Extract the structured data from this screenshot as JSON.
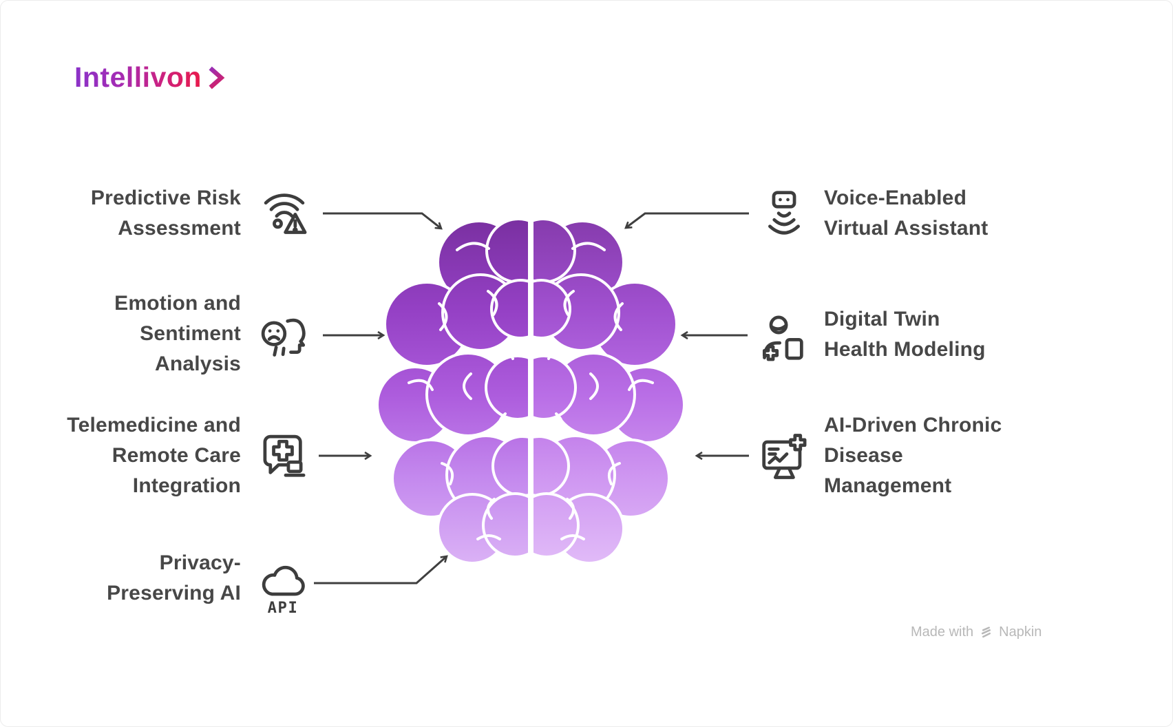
{
  "logo": {
    "name": "Intellivon"
  },
  "left_items": [
    {
      "id": "predictive-risk-assessment",
      "lines": [
        "Predictive Risk",
        "Assessment"
      ],
      "icon": "wifi-alert-icon"
    },
    {
      "id": "emotion-sentiment-analysis",
      "lines": [
        "Emotion and",
        "Sentiment",
        "Analysis"
      ],
      "icon": "emotion-head-icon"
    },
    {
      "id": "telemedicine-remote-care",
      "lines": [
        "Telemedicine and",
        "Remote Care",
        "Integration"
      ],
      "icon": "telemedicine-chat-icon"
    },
    {
      "id": "privacy-preserving-ai",
      "lines": [
        "Privacy-",
        "Preserving AI"
      ],
      "icon": "api-cloud-icon",
      "icon_label": "API"
    }
  ],
  "right_items": [
    {
      "id": "voice-enabled-virtual-assistant",
      "lines": [
        "Voice-Enabled",
        "Virtual Assistant"
      ],
      "icon": "voice-assistant-icon"
    },
    {
      "id": "digital-twin-health-modeling",
      "lines": [
        "Digital Twin",
        "Health Modeling"
      ],
      "icon": "digital-twin-icon"
    },
    {
      "id": "ai-driven-chronic-disease",
      "lines": [
        "AI-Driven Chronic",
        "Disease",
        "Management"
      ],
      "icon": "health-monitor-icon"
    }
  ],
  "footer": {
    "made_with": "Made with",
    "brand": "Napkin"
  },
  "colors": {
    "label_text": "#474747",
    "icon_stroke": "#3d3d3d",
    "arrow": "#3f3f3f",
    "logo_gradient_start": "#8a33c9",
    "logo_gradient_end": "#ea1a49",
    "brain_left_top": "#762e9c",
    "brain_left_bottom": "#dcb4f6",
    "brain_right_top": "#8238a8",
    "brain_right_bottom": "#e2bdf8",
    "footer_text": "#b8b8b8"
  }
}
